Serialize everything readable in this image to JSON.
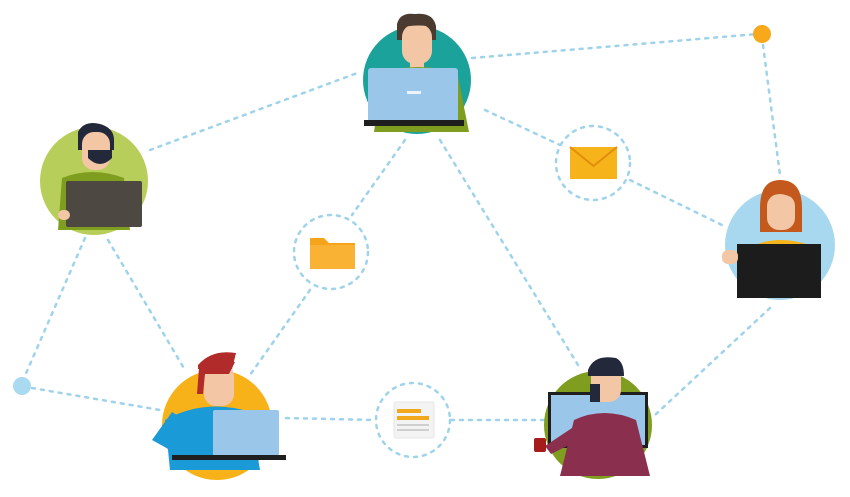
{
  "scene": {
    "colors": {
      "connector": "#9fd3ea",
      "node_orange": "#f7a81b",
      "node_blue": "#a9daf0",
      "icon_ring": "#9fd3ea",
      "folder": "#f6a41a",
      "envelope": "#f6b31a",
      "doc_lines": "#f2a81d"
    },
    "people": [
      {
        "id": "person-top-center",
        "circle_color": "#1ba39b"
      },
      {
        "id": "person-left",
        "circle_color": "#b7cf5a"
      },
      {
        "id": "person-right",
        "circle_color": "#a7d8f0"
      },
      {
        "id": "person-bottom-left",
        "circle_color": "#f8b219"
      },
      {
        "id": "person-bottom-right",
        "circle_color": "#7f9d1f"
      }
    ],
    "shared_items": [
      {
        "id": "folder",
        "icon": "folder-icon"
      },
      {
        "id": "email",
        "icon": "envelope-icon"
      },
      {
        "id": "document",
        "icon": "document-icon"
      }
    ]
  }
}
